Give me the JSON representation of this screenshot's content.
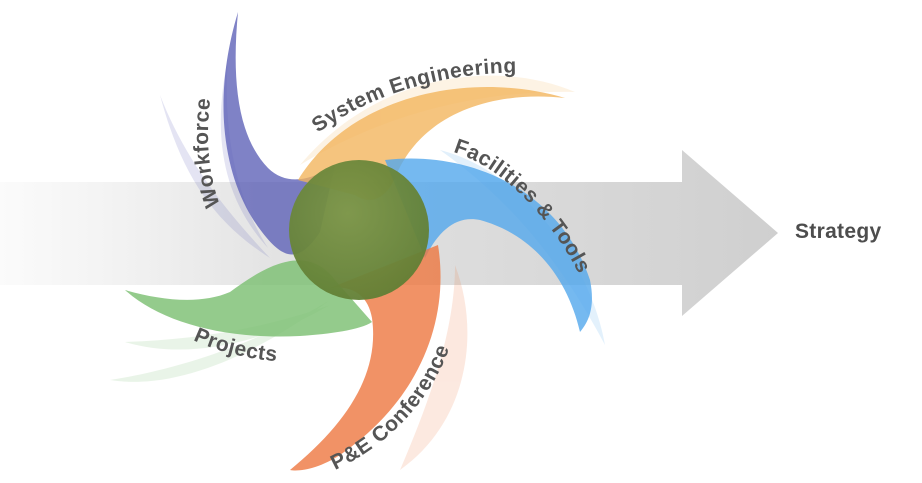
{
  "diagram": {
    "goal_label": "Strategy",
    "blades": [
      {
        "label": "Workforce",
        "color": "#5b5fb6"
      },
      {
        "label": "System Engineering",
        "color": "#f2b35a"
      },
      {
        "label": "Facilities & Tools",
        "color": "#53a7ec"
      },
      {
        "label": "P&E Conference",
        "color": "#ee7740"
      },
      {
        "label": "Projects",
        "color": "#7dbf73"
      }
    ],
    "center_color": "#6d8a3c",
    "arrow_color": "#d2d2d2"
  }
}
